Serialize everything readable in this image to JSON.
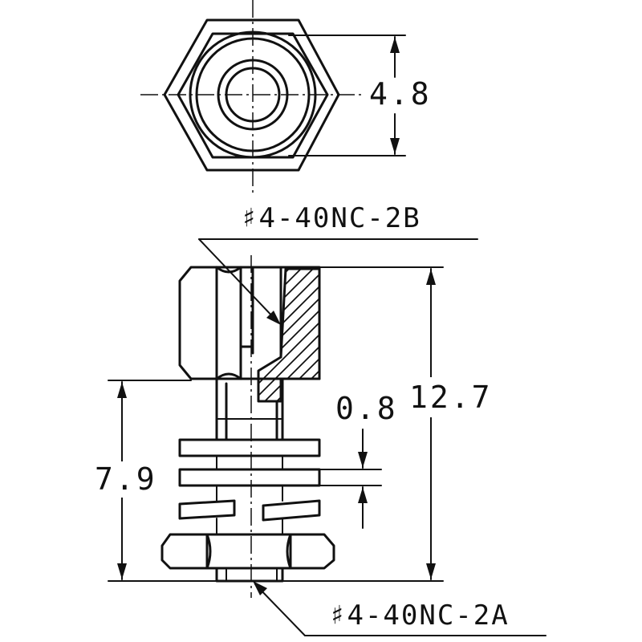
{
  "dimensions": {
    "hex_width": "4.8",
    "total_height": "12.7",
    "washer_gap": "0.8",
    "lower_height": "7.9"
  },
  "threads": {
    "top": "♯4-40NC-2B",
    "bottom": "♯4-40NC-2A"
  }
}
